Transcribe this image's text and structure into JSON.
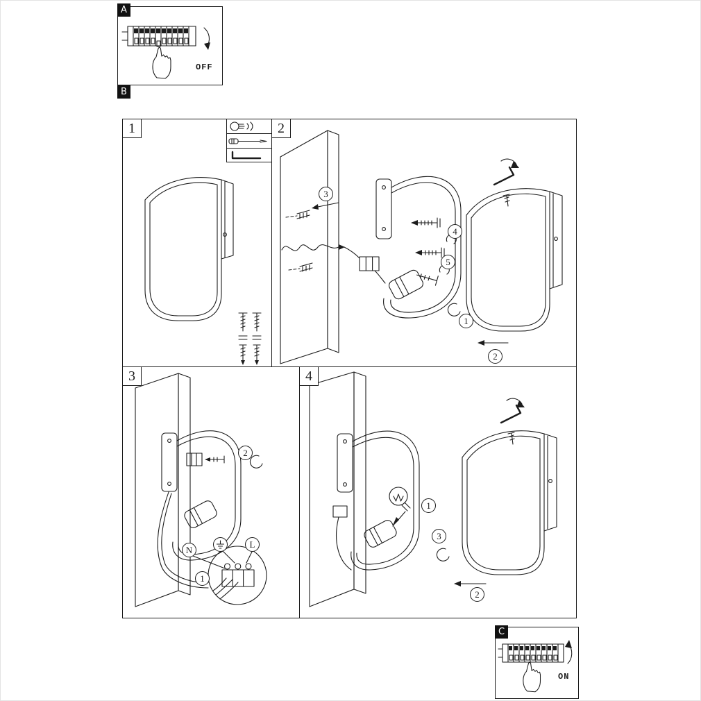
{
  "page": {
    "background": "#ffffff",
    "ink": "#1c1c1c"
  },
  "sections": {
    "a": {
      "label": "A",
      "caption": "OFF"
    },
    "b": {
      "label": "B"
    },
    "c": {
      "label": "C",
      "caption": "ON"
    }
  },
  "steps": {
    "s1": {
      "number": "1"
    },
    "s2": {
      "number": "2",
      "c1": "1",
      "c2": "2",
      "c3": "3",
      "c4": "4",
      "c5": "5"
    },
    "s3": {
      "number": "3",
      "c1": "1",
      "c2": "2",
      "n": "N",
      "l": "L",
      "earth": "earth-ground-icon"
    },
    "s4": {
      "number": "4",
      "c1": "1",
      "c2": "2",
      "c3": "3"
    }
  },
  "tools": {
    "bulb": "bulb-icon",
    "screwdriver": "screwdriver-icon",
    "hex_key": "hex-key-icon"
  }
}
